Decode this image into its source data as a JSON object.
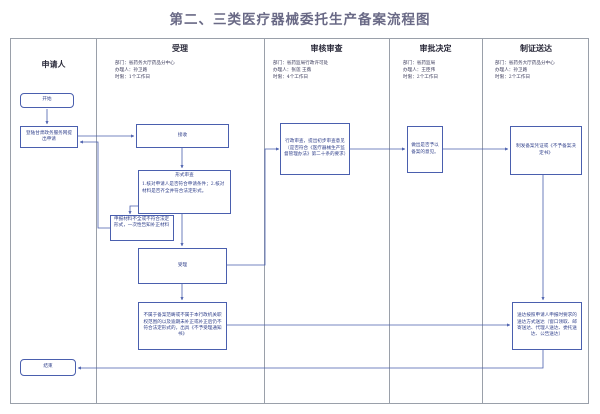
{
  "title": "第二、三类医疗器械委托生产备案流程图",
  "lanes": [
    {
      "name": "申请人",
      "meta": []
    },
    {
      "name": "受理",
      "meta": [
        "部门：省药务大厅药品分中心",
        "办理人：孙卫路",
        "时限：1个工作日"
      ]
    },
    {
      "name": "审核审查",
      "meta": [
        "部门：省药监局行政许可处",
        "办理人：张莲  王薇",
        "时限：4个工作日"
      ]
    },
    {
      "name": "审批决定",
      "meta": [
        "部门：省药监局",
        "办理人：王臣伟",
        "时限：2个工作日"
      ]
    },
    {
      "name": "制证送达",
      "meta": [
        "部门：省药务大厅药品分中心",
        "办理人：孙卫路",
        "时限：2个工作日"
      ]
    }
  ],
  "nodes": {
    "start": "开始",
    "submit": "登陆甘肃政务服务网提出申请",
    "receive": "接收",
    "formal_review": "形式审查",
    "check_items": "1.核对申请人是否符合申请条件；2.核对材料是否齐全并符合法定形式。",
    "incomplete": "申报材料不全或不符合法定形式，一次性告知补正材料",
    "accept": "受理",
    "reject": "不属于备案范畴或不属于本行政机关职权范围的以及逾期未补正或补正后仍不符合法定形式的，出具《不予受理通知书》",
    "admin_review": "行政审查，提出初步审查意见（是否符合《医疗器械生产监督管理办法》第二十条的要求）",
    "decision": "做出是否予以备案的意见。",
    "certificate": "制发备案凭证或《不予备案决定书》",
    "delivery": "送达按照申请人申报时要求的送达方式送达（窗口领取、邮寄送达、代理人送达、委托送达、公告送达）",
    "end": "结束"
  }
}
